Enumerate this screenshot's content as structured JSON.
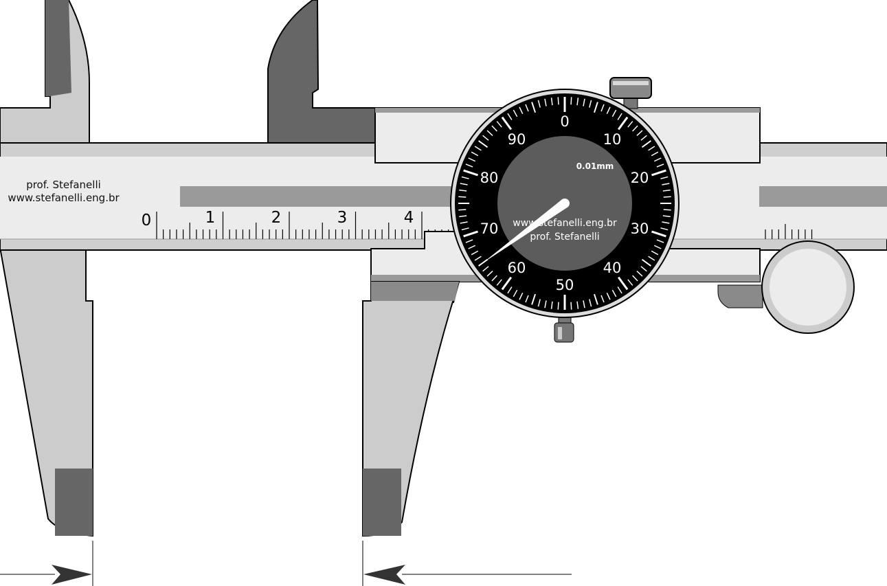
{
  "watermark_left": {
    "line1": "prof. Stefanelli",
    "line2": "www.stefanelli.eng.br"
  },
  "main_scale": {
    "labels": [
      "0",
      "1",
      "2",
      "3",
      "4"
    ],
    "unit_hint": "cm"
  },
  "dial": {
    "labels": [
      "0",
      "10",
      "20",
      "30",
      "40",
      "50",
      "60",
      "70",
      "80",
      "90"
    ],
    "resolution_text": "0.01mm",
    "brand_line1": "www.stefanelli.eng.br",
    "brand_line2": "prof. Stefanelli",
    "needle_reading": 65
  },
  "colors": {
    "light_gray": "#cccccc",
    "mid_gray": "#7a7a7a",
    "dark_gray": "#5a5a5a",
    "bar_gray": "#e6e6e6",
    "dial_black": "#000000",
    "dial_center": "#5c5c5c",
    "needle": "#ffffff"
  }
}
